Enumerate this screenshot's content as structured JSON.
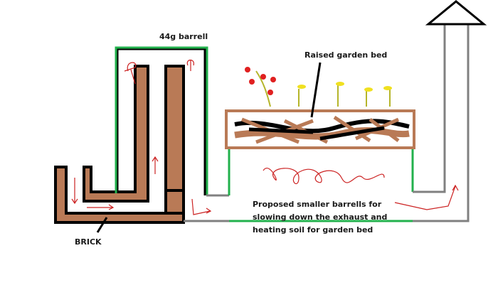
{
  "labels": {
    "barrel": "44g  barrell",
    "garden_bed": "Raised garden bed",
    "brick": "BRICK",
    "proposal": [
      "Proposed smaller barrells for",
      "slowing down the exhaust and",
      "heating soil for garden bed"
    ]
  },
  "colors": {
    "brick": "#b97a56",
    "barrel": "#22b14c",
    "duct": "#808080",
    "flow_arrows": "#cc2222",
    "outline": "#000000"
  }
}
